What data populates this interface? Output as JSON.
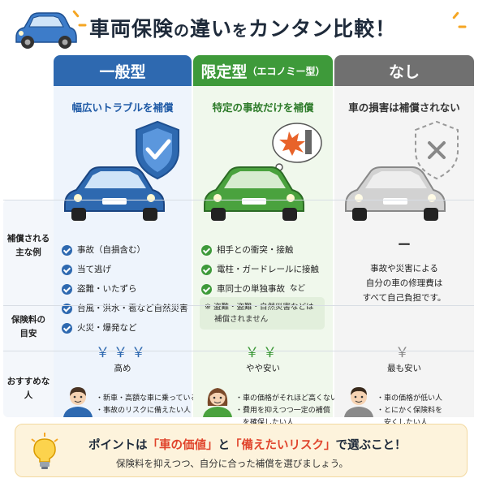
{
  "header": {
    "title_a": "車両保険",
    "title_b": "の",
    "title_c": "違い",
    "title_d": "を",
    "title_e": "カンタン比較！"
  },
  "columns": [
    {
      "name": "一般型",
      "name_sub": "",
      "tagline": "幅広いトラブルを補償",
      "coverage": [
        "事故（自損含む）",
        "当て逃げ",
        "盗難・いたずら",
        "台風・洪水・雹など自然災害",
        "火災・爆発など"
      ],
      "price_symbol": "￥￥￥",
      "price_label": "高め",
      "recommend": [
        "・新車・高額な車に乗っている人",
        "・事故のリスクに備えたい人"
      ],
      "color": "#2e69b0"
    },
    {
      "name": "限定型",
      "name_sub": "（エコノミー型）",
      "tagline": "特定の事故だけを補償",
      "coverage": [
        "相手との衝突・接触",
        "電柱・ガードレールに接触",
        "車同士の単独事故"
      ],
      "coverage_etc": "など",
      "note_line1": "※ 盗難・盗難・自然災害などは",
      "note_line2": "補償されません",
      "price_symbol": "￥￥",
      "price_label": "やや安い",
      "recommend": [
        "・車の価格がそれほど高くない人",
        "・費用を抑えつつ一定の補償",
        "　を確保したい人"
      ],
      "color": "#3e9a3a"
    },
    {
      "name": "なし",
      "name_sub": "",
      "tagline": "車の損害は補償されない",
      "dash": "ー",
      "desc": [
        "事故や災害による",
        "自分の車の修理費は",
        "すべて自己負担です。"
      ],
      "price_symbol": "￥",
      "price_label": "最も安い",
      "recommend": [
        "・車の価格が低い人",
        "・とにかく保険料を",
        "　安くしたい人"
      ],
      "color": "#707070"
    }
  ],
  "row_labels": {
    "coverage_1": "補償される",
    "coverage_2": "主な例",
    "price_1": "保険料の",
    "price_2": "目安",
    "recommend": "おすすめな人"
  },
  "bottom": {
    "point_a": "ポイントは",
    "point_b": "「車の価値」",
    "point_c": "と",
    "point_d": "「備えたいリスク」",
    "point_e": "で選ぶこと！",
    "sub": "保険料を抑えつつ、自分に合った補償を選びましょう。"
  }
}
